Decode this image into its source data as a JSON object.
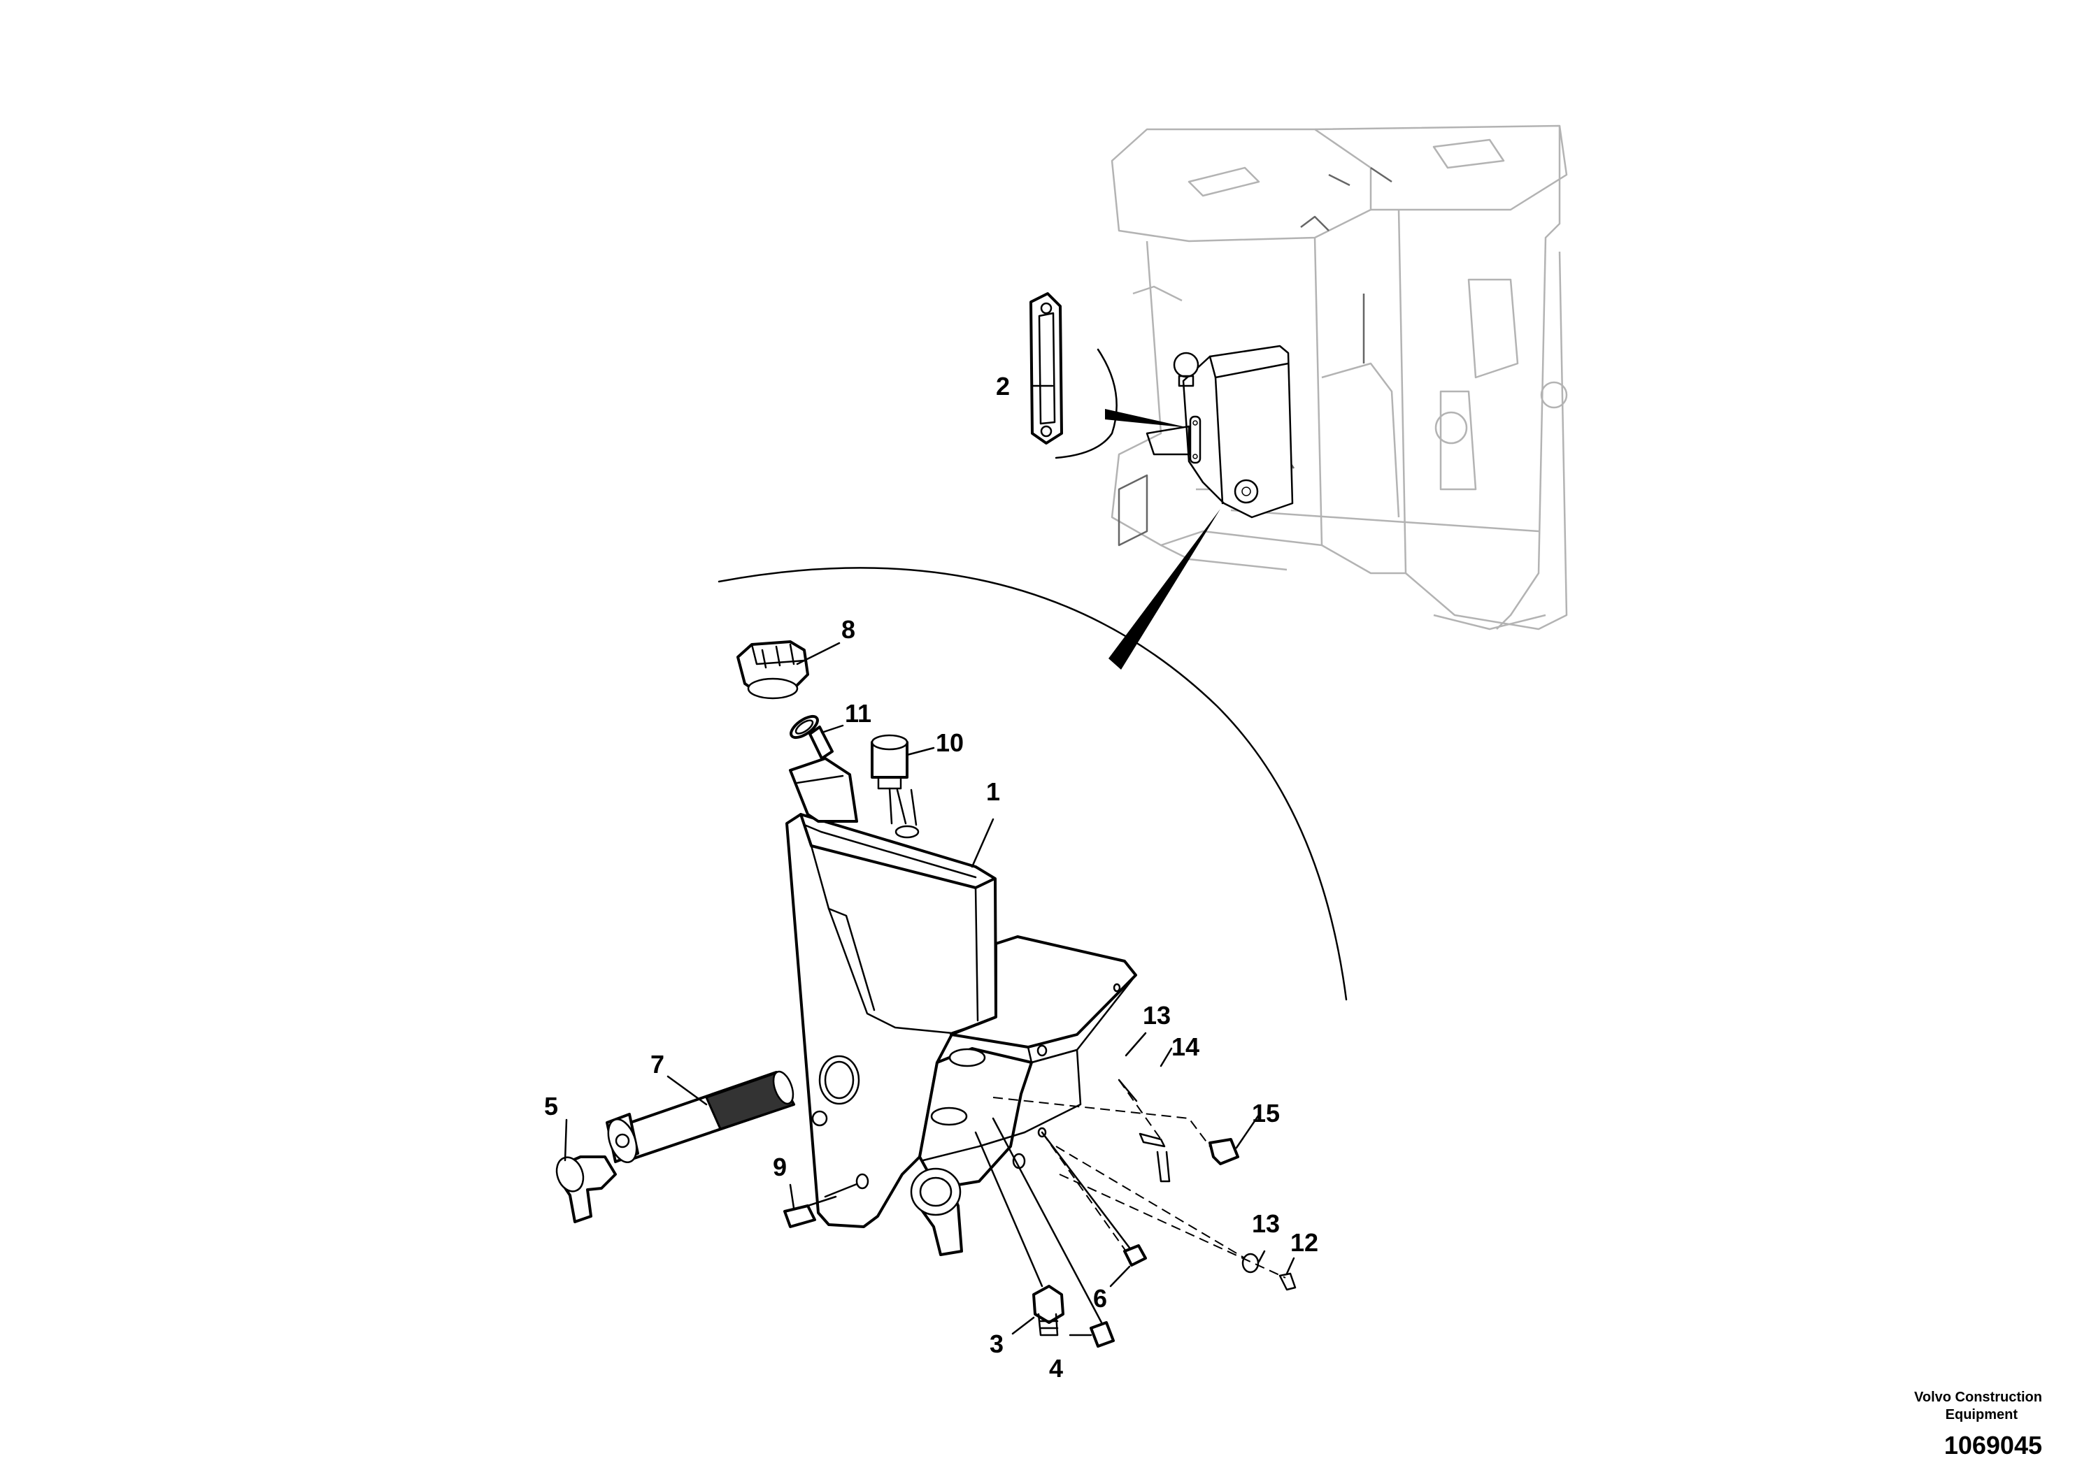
{
  "callouts": {
    "c1": "1",
    "c2": "2",
    "c3": "3",
    "c4": "4",
    "c5": "5",
    "c6": "6",
    "c7": "7",
    "c8": "8",
    "c9": "9",
    "c10": "10",
    "c11": "11",
    "c12": "12",
    "c13a": "13",
    "c13b": "13",
    "c14": "14",
    "c15": "15"
  },
  "footer": {
    "credit_line1": "Volvo Construction",
    "credit_line2": "Equipment",
    "doc_number": "1069045"
  }
}
